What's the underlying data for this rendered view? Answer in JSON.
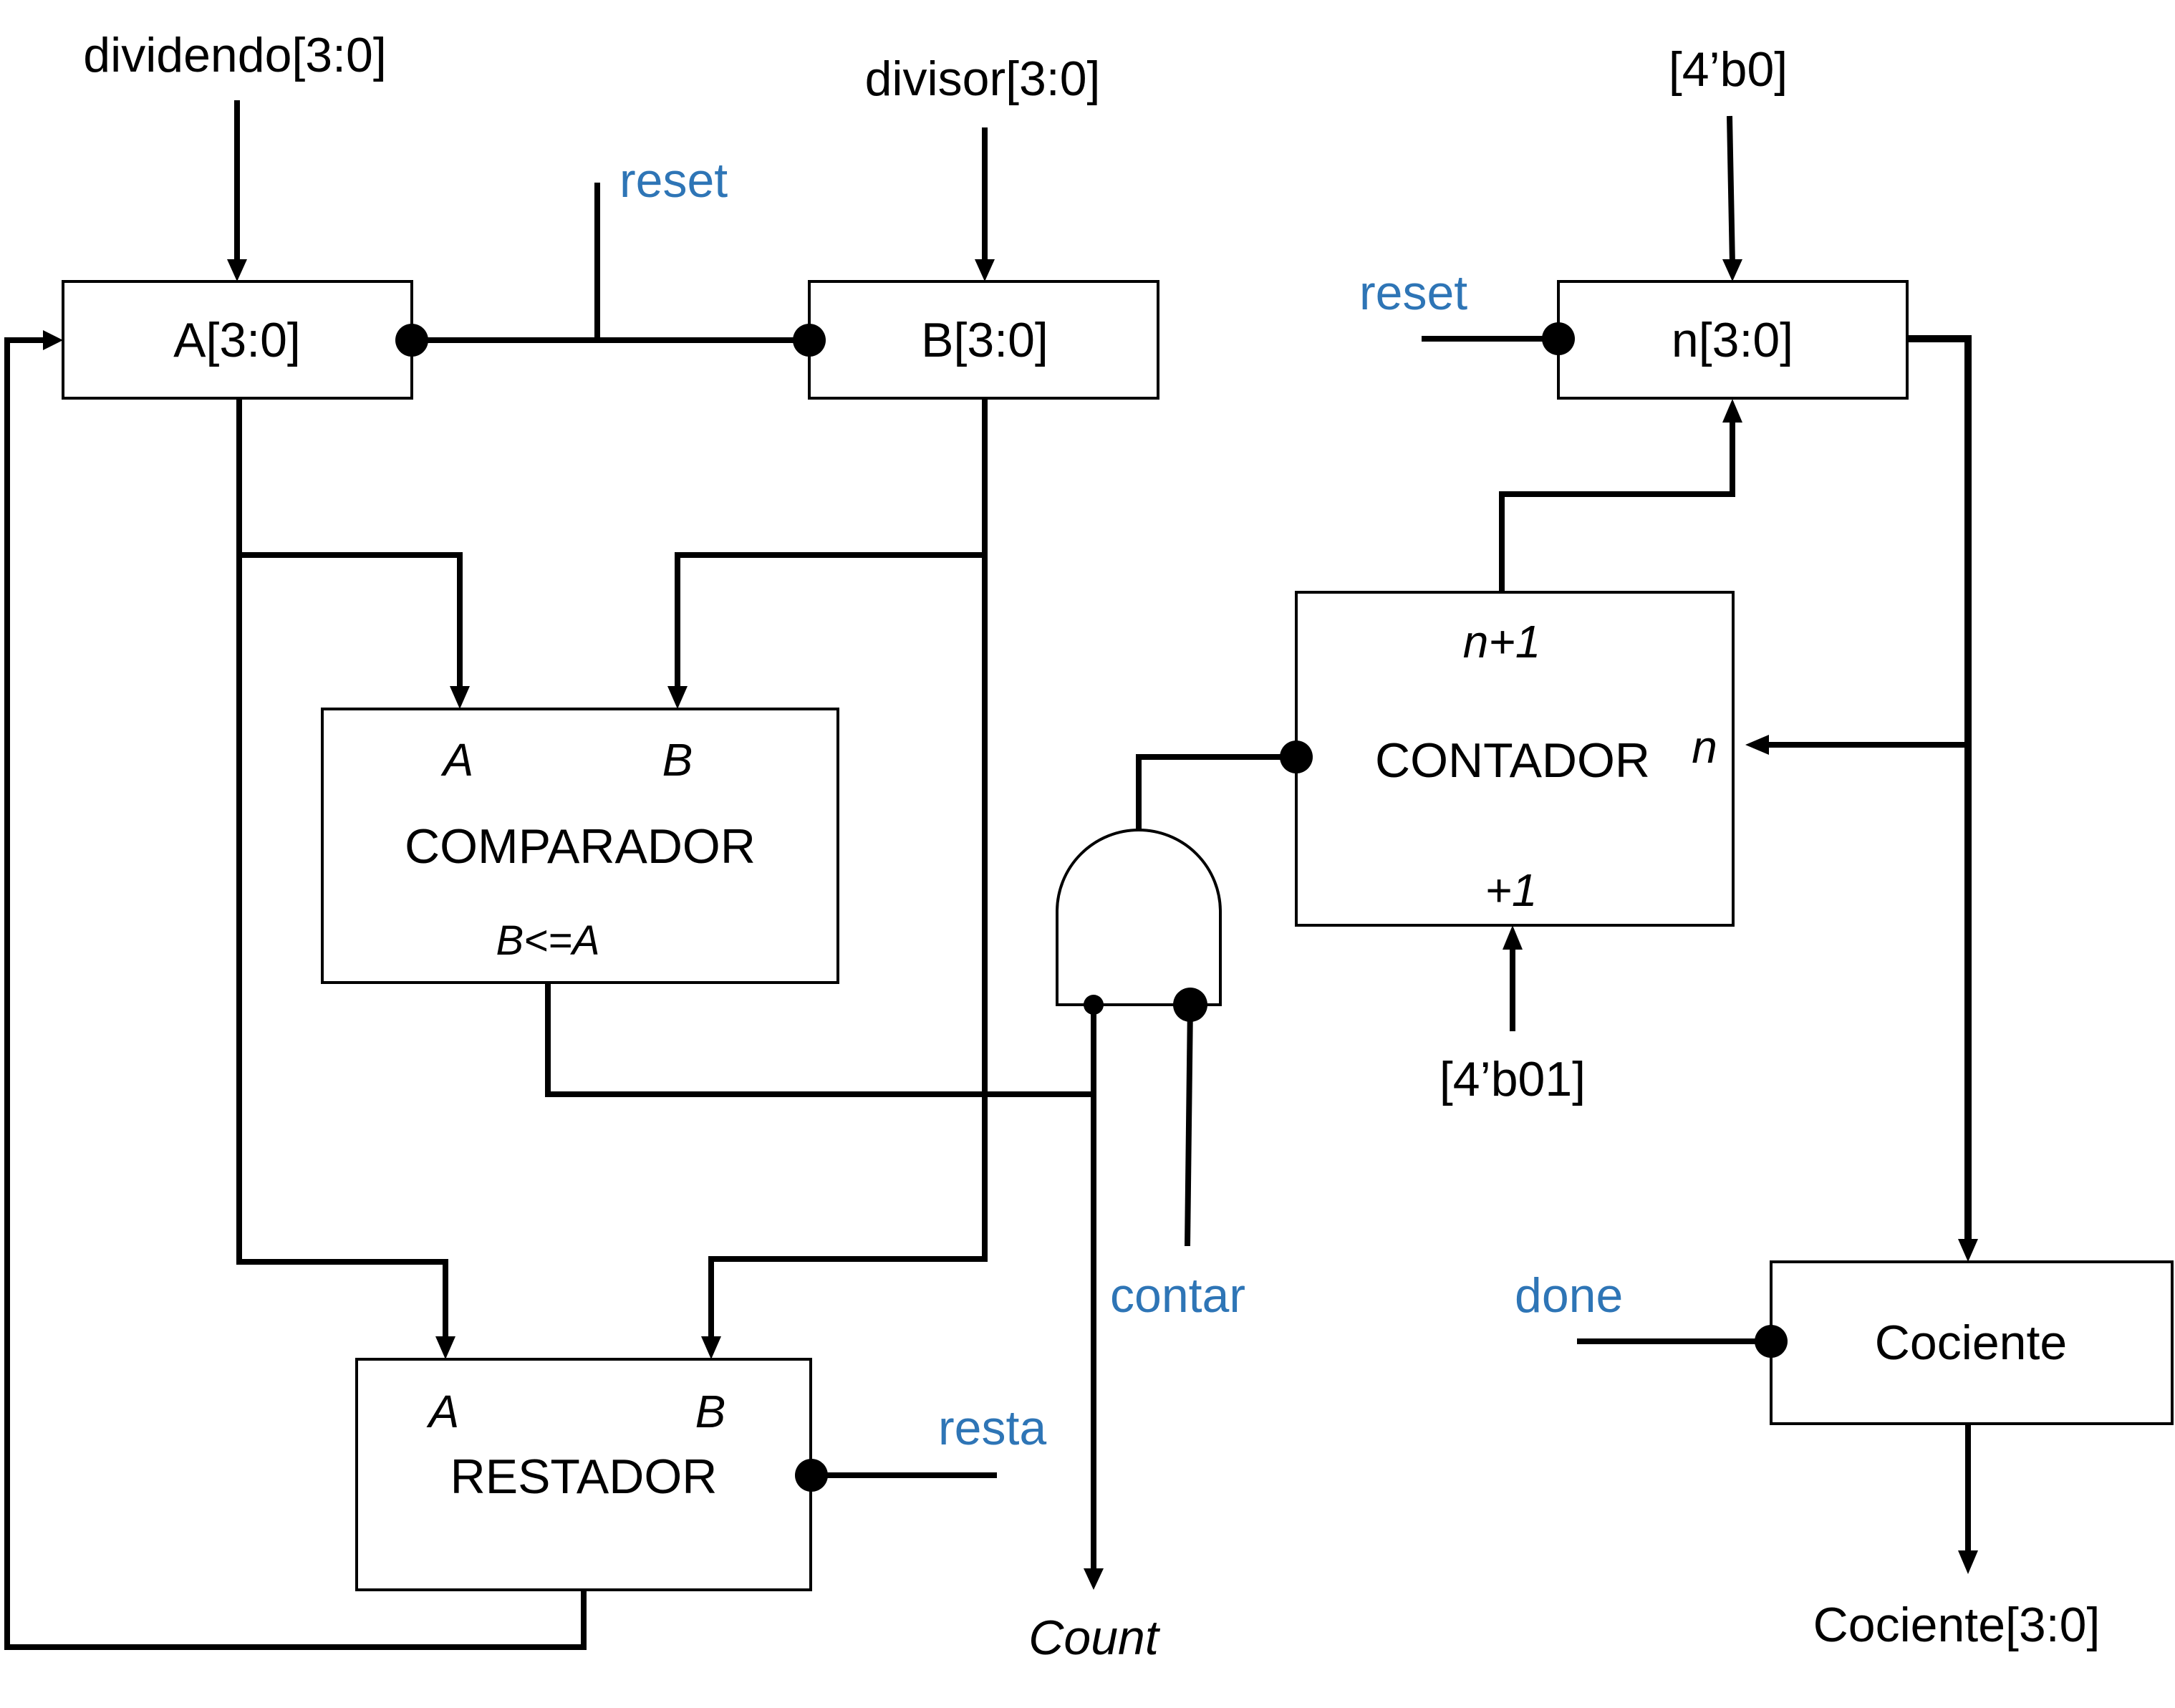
{
  "inputs": {
    "dividendo": "dividendo[3:0]",
    "divisor": "divisor[3:0]",
    "n_init": "[4’b0]",
    "increment": "[4’b01]"
  },
  "outputs": {
    "count": "Count",
    "cociente_out": "Cociente[3:0]"
  },
  "signals": {
    "reset_ab": "reset",
    "reset_n": "reset",
    "contar": "contar",
    "resta": "resta",
    "done": "done"
  },
  "blocks": {
    "reg_a": "A[3:0]",
    "reg_b": "B[3:0]",
    "reg_n": "n[3:0]",
    "comparador": {
      "title": "COMPARADOR",
      "port_a": "A",
      "port_b": "B",
      "port_out": "B<=A"
    },
    "restador": {
      "title": "RESTADOR",
      "port_a": "A",
      "port_b": "B"
    },
    "contador": {
      "title": "CONTADOR",
      "port_out": "n+1",
      "port_n": "n",
      "port_inc": "+1"
    },
    "cociente": "Cociente"
  },
  "colors": {
    "signal": "#2e75b6",
    "line": "#000000"
  }
}
